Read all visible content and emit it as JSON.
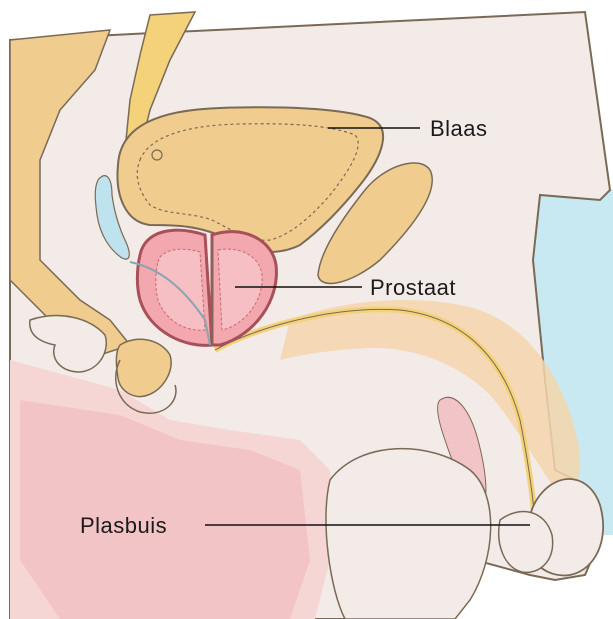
{
  "labels": {
    "bladder": "Blaas",
    "prostate": "Prostaat",
    "urethra": "Plasbuis"
  },
  "colors": {
    "skin_light": "#f3ebe8",
    "flesh_pink": "#f6d6d4",
    "deep_pink": "#f1b6b8",
    "tan": "#f0cc8f",
    "yellow": "#f3d27a",
    "prostate_pink": "#f2a8ae",
    "prostate_outline": "#a8505a",
    "outline": "#7a6a55",
    "blue_panel": "#c9e9f2",
    "duct_blue": "#bfe3ee"
  }
}
